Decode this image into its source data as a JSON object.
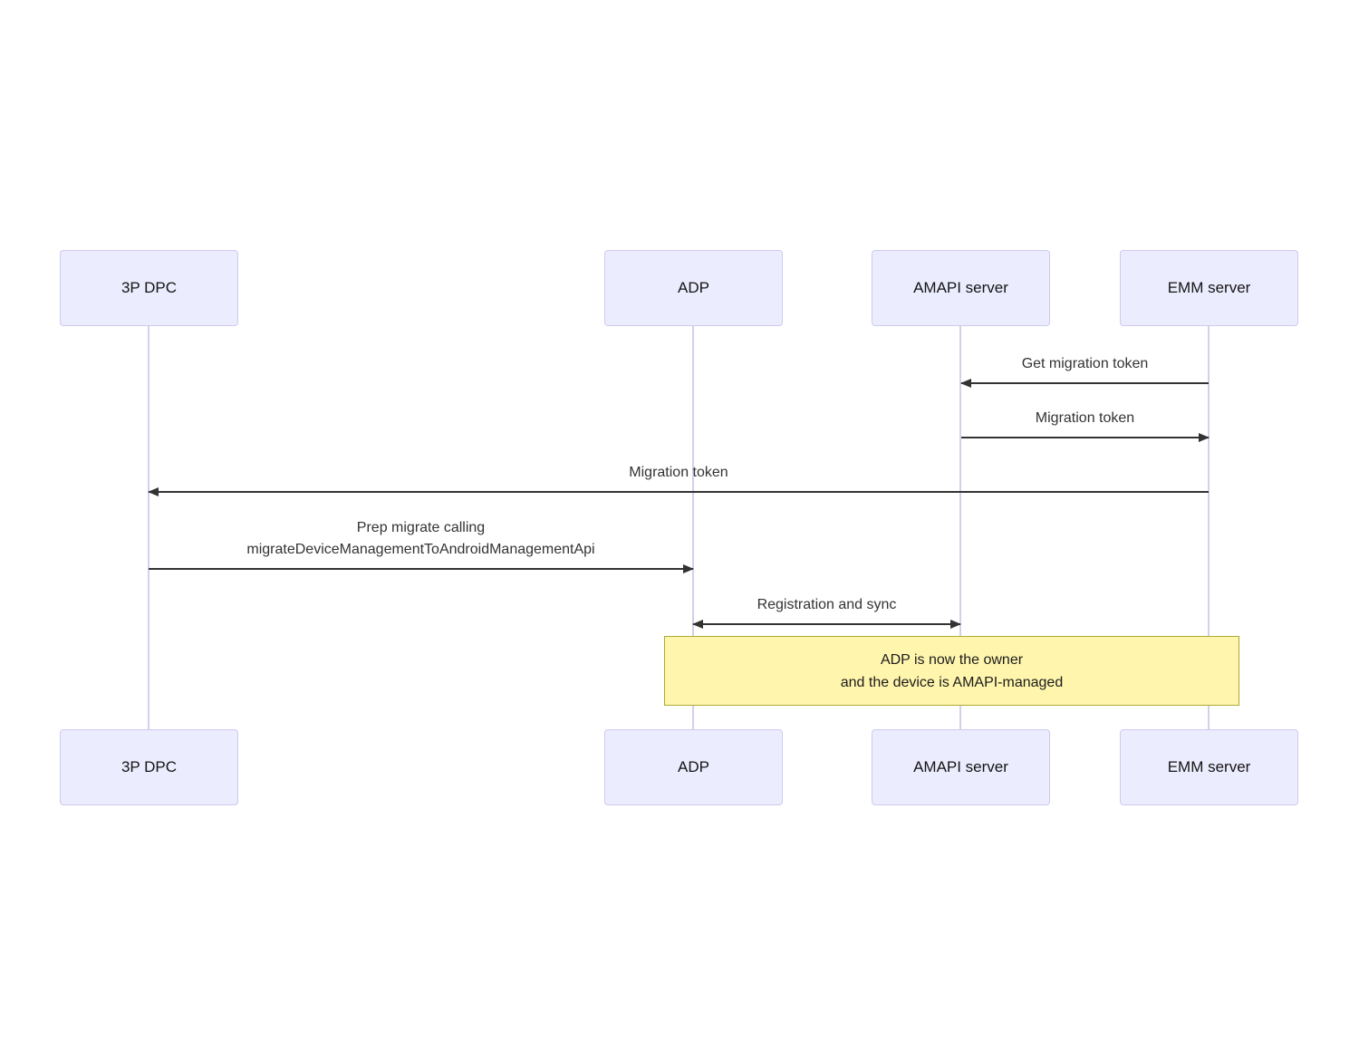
{
  "diagram": {
    "type": "sequence-diagram",
    "actors": [
      {
        "id": "3p-dpc",
        "label": "3P DPC"
      },
      {
        "id": "adp",
        "label": "ADP"
      },
      {
        "id": "amapi-server",
        "label": "AMAPI server"
      },
      {
        "id": "emm-server",
        "label": "EMM server"
      }
    ],
    "messages": [
      {
        "from": "EMM server",
        "to": "AMAPI server",
        "direction": "left",
        "label": "Get migration token"
      },
      {
        "from": "AMAPI server",
        "to": "EMM server",
        "direction": "right",
        "label": "Migration token"
      },
      {
        "from": "EMM server",
        "to": "3P DPC",
        "direction": "left",
        "label": "Migration token"
      },
      {
        "from": "3P DPC",
        "to": "ADP",
        "direction": "right",
        "lines": [
          "Prep migrate calling",
          "migrateDeviceManagementToAndroidManagementApi"
        ]
      },
      {
        "from": "ADP",
        "to": "AMAPI server",
        "direction": "both",
        "label": "Registration and sync"
      }
    ],
    "note": {
      "span": "ADP to EMM server",
      "lines": [
        "ADP is now the owner",
        "and the device is AMAPI-managed"
      ]
    },
    "colors": {
      "actor_fill": "#ECECFF",
      "actor_border": "#CFC9EE",
      "lifeline": "#D6CFEC",
      "arrow": "#333333",
      "note_fill": "#FFF5AD",
      "note_border": "#AAAA33"
    }
  }
}
